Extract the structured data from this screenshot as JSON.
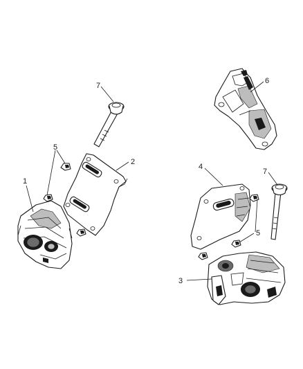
{
  "callouts": {
    "c1": "1",
    "c2": "2",
    "c3": "3",
    "c4": "4",
    "c5a": "5",
    "c5b": "5",
    "c6": "6",
    "c7a": "7",
    "c7b": "7"
  },
  "parts": [
    {
      "number": "1",
      "name": "engine-mount-left"
    },
    {
      "number": "2",
      "name": "mount-bracket-left"
    },
    {
      "number": "3",
      "name": "engine-mount-right"
    },
    {
      "number": "4",
      "name": "mount-bracket-right"
    },
    {
      "number": "5",
      "name": "stud-nut"
    },
    {
      "number": "6",
      "name": "upper-bracket"
    },
    {
      "number": "7",
      "name": "through-bolt"
    }
  ]
}
